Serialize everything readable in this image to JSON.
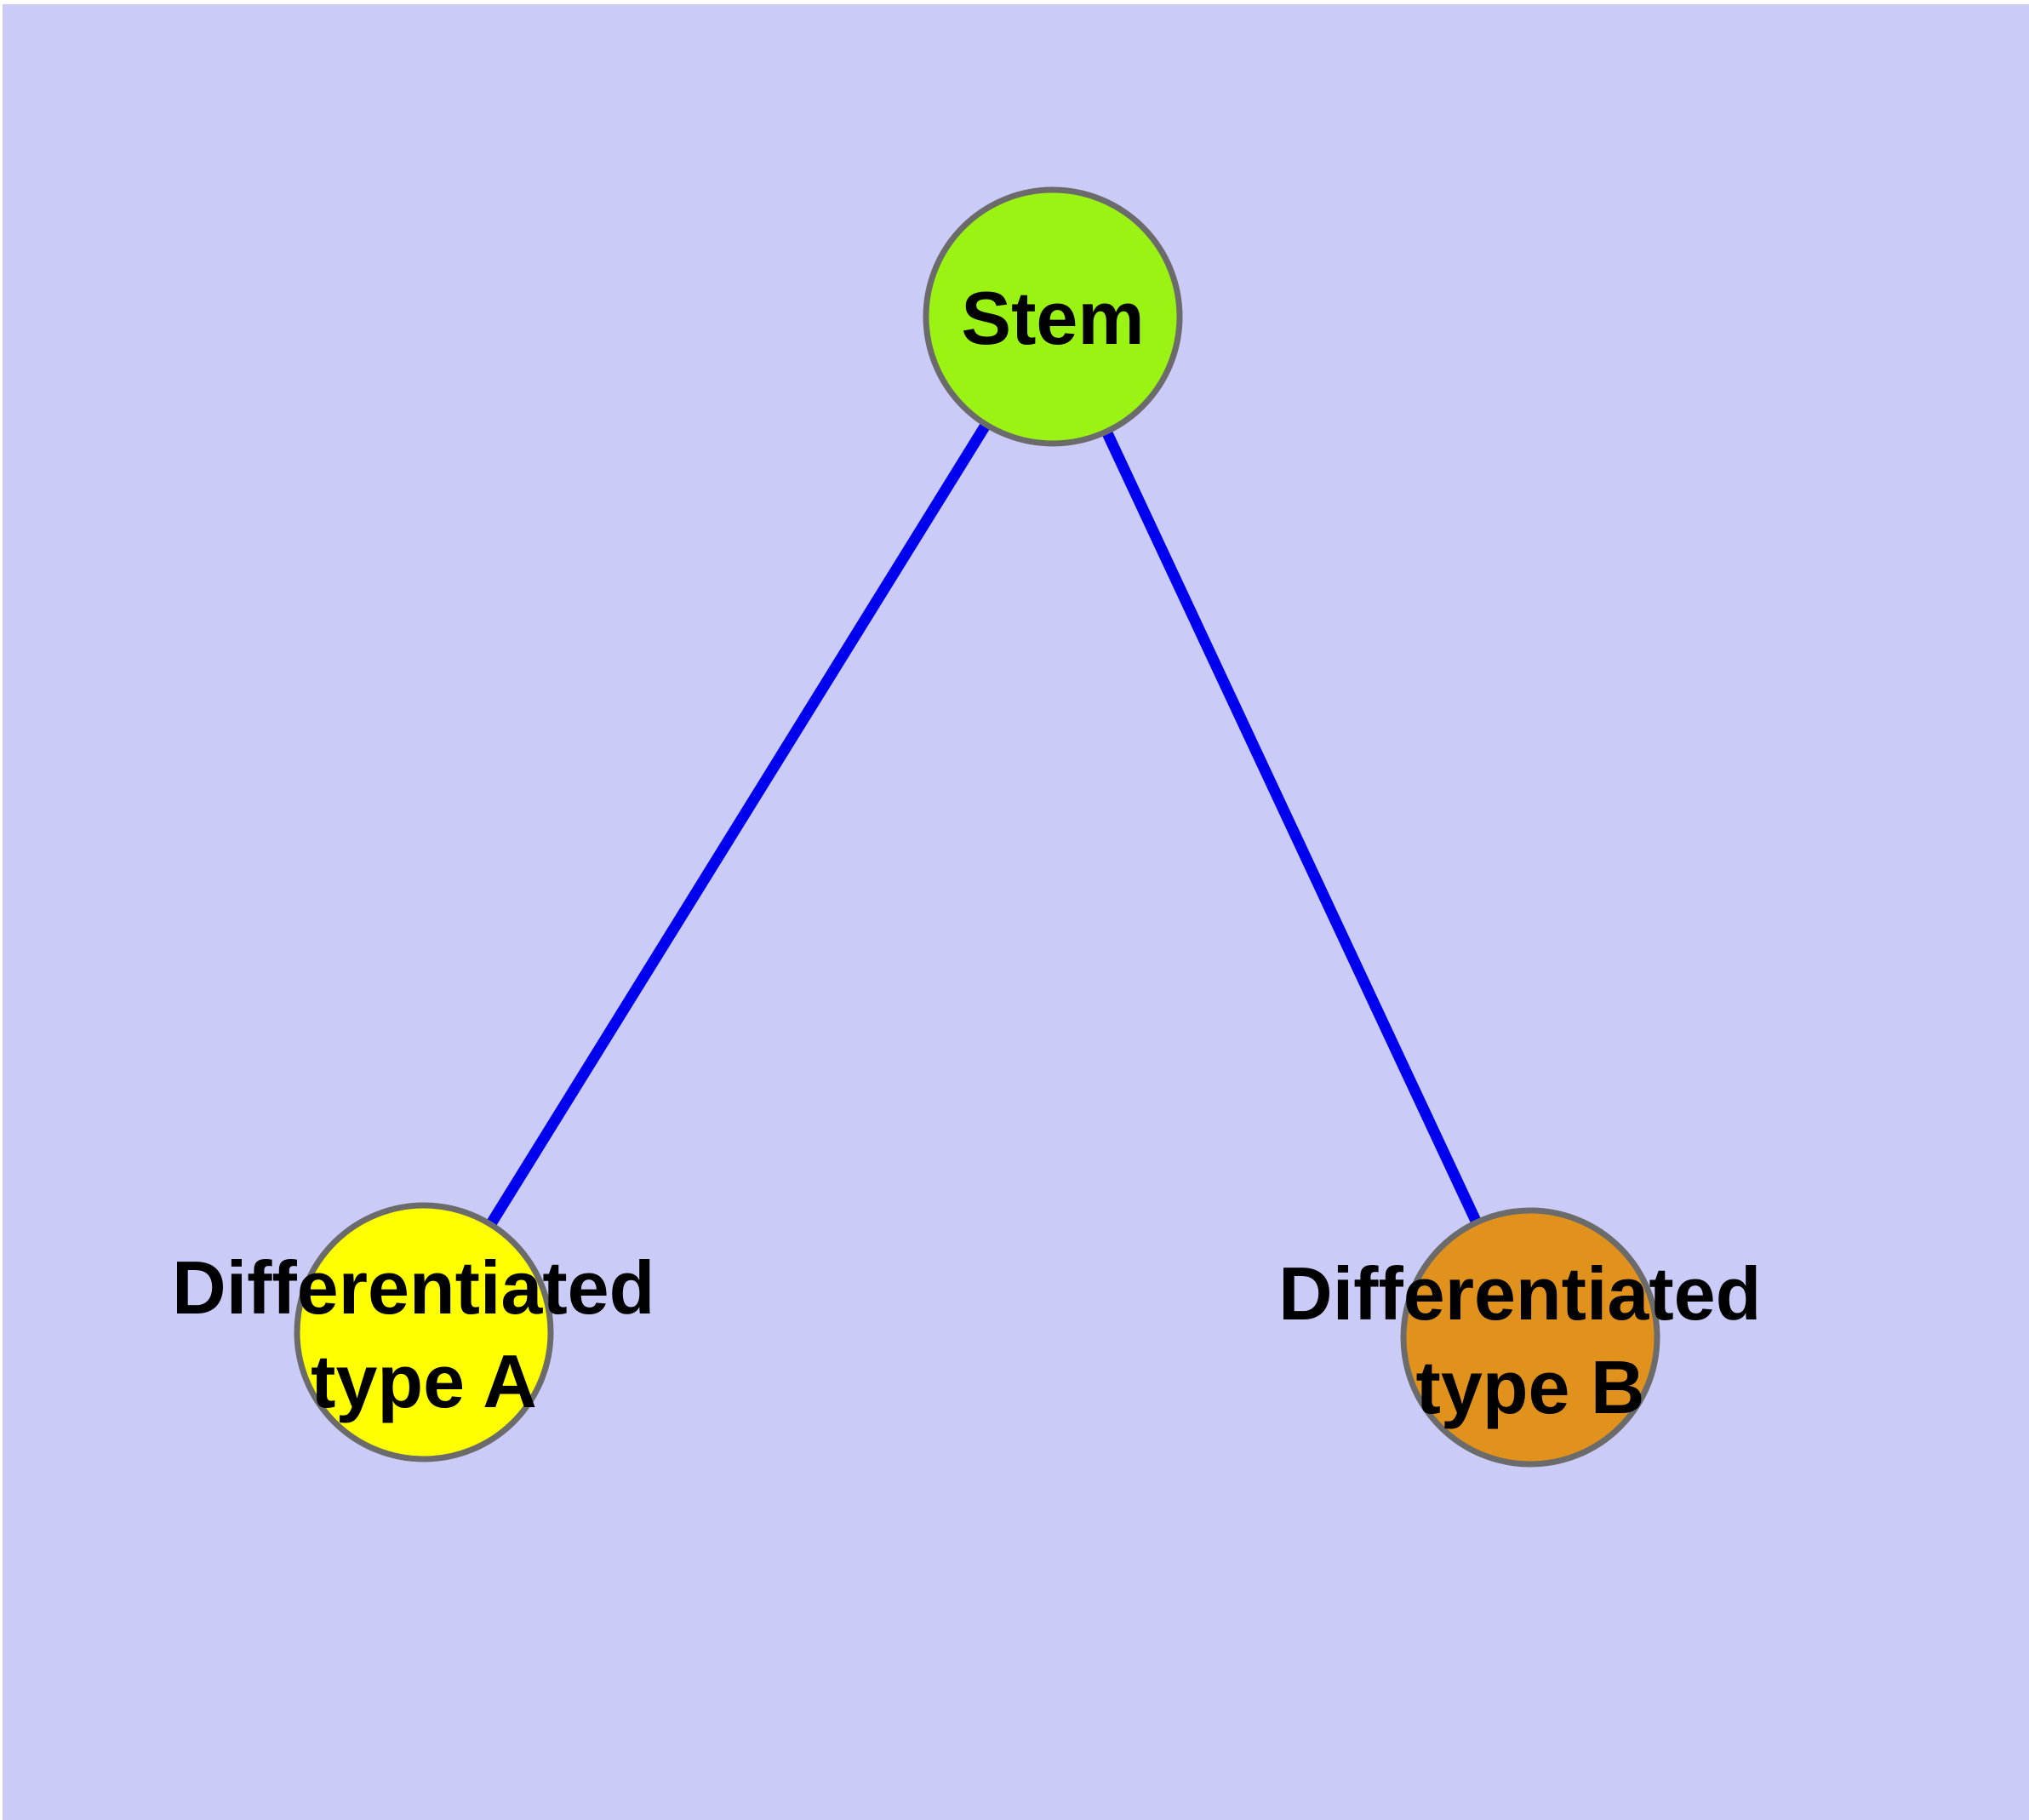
{
  "figure": {
    "type": "graph-diagram",
    "description": "Cell differentiation hierarchy diagram",
    "background_color": "#cbcbf8",
    "margin_color": "#ffffff"
  },
  "style": {
    "edge_color": "#0000ee",
    "node_border_color": "#6b6b6b",
    "label_color": "#000000"
  },
  "nodes": [
    {
      "id": "stem",
      "label": "Stem",
      "lines": {
        "0": "Stem"
      },
      "fill": "#9af312"
    },
    {
      "id": "differentiated-type-a",
      "label": "Differentiated type A",
      "lines": {
        "0": "Differentiated",
        "1": "type A"
      },
      "fill": "#ffff00"
    },
    {
      "id": "differentiated-type-b",
      "label": "Differentiated type B",
      "lines": {
        "0": "Differentiated",
        "1": "type B"
      },
      "fill": "#e0921d"
    }
  ],
  "edges": [
    {
      "from": "stem",
      "to": "differentiated-type-a"
    },
    {
      "from": "stem",
      "to": "differentiated-type-b"
    }
  ]
}
